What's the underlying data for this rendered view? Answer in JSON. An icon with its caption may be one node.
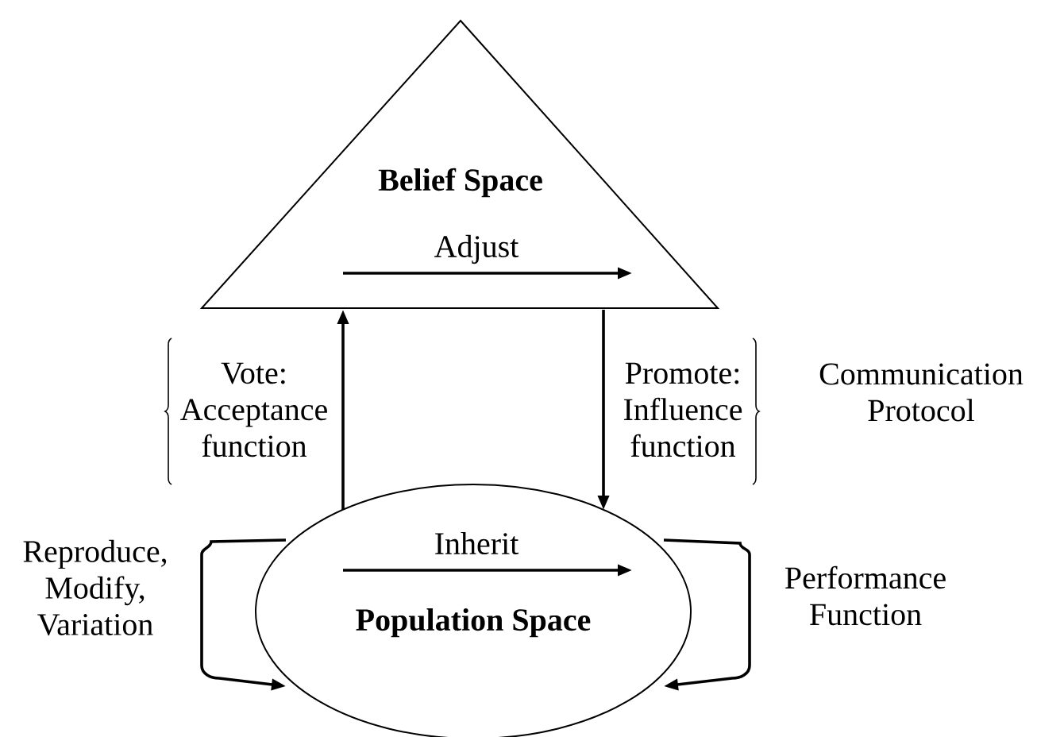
{
  "diagram": {
    "nodes": [
      {
        "text": [
          "Belief Space"
        ]
      },
      {
        "text": [
          "Population Space"
        ]
      }
    ],
    "edges": [
      {
        "from": 0,
        "to": 0,
        "arrow": "to",
        "label": "Adjust"
      },
      {
        "from": 1,
        "to": 0,
        "arrow": "to",
        "label": "Vote: Acceptance function"
      },
      {
        "from": 0,
        "to": 1,
        "arrow": "to",
        "label": "Promote: Influence function"
      },
      {
        "from": 1,
        "to": 1,
        "arrow": "to",
        "label": "Inherit"
      },
      {
        "from": 1,
        "to": 1,
        "arrow": "to",
        "label": "Reproduce, Modify, Variation"
      },
      {
        "from": 1,
        "to": 1,
        "arrow": "to",
        "label": "Performance Function"
      }
    ],
    "labels": [
      "Communication Protocol"
    ]
  }
}
